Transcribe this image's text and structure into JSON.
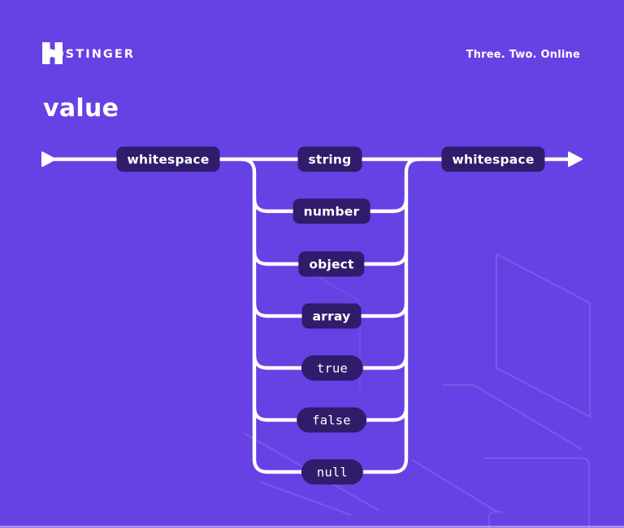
{
  "header": {
    "brand": "HOSTINGER",
    "tagline": "Three. Two. Online"
  },
  "title": "value",
  "diagram": {
    "type": "railroad-syntax-diagram",
    "rule_name": "value",
    "start": {
      "label": "whitespace",
      "kind": "nonterminal"
    },
    "end": {
      "label": "whitespace",
      "kind": "nonterminal"
    },
    "branches": [
      {
        "label": "string",
        "kind": "nonterminal"
      },
      {
        "label": "number",
        "kind": "nonterminal"
      },
      {
        "label": "object",
        "kind": "nonterminal"
      },
      {
        "label": "array",
        "kind": "nonterminal"
      },
      {
        "label": "true",
        "kind": "terminal"
      },
      {
        "label": "false",
        "kind": "terminal"
      },
      {
        "label": "null",
        "kind": "terminal"
      }
    ]
  },
  "colors": {
    "background": "#6641E4",
    "node_background": "#2F1C6A",
    "line": "#FFFFFF",
    "text": "#FFFFFF"
  }
}
